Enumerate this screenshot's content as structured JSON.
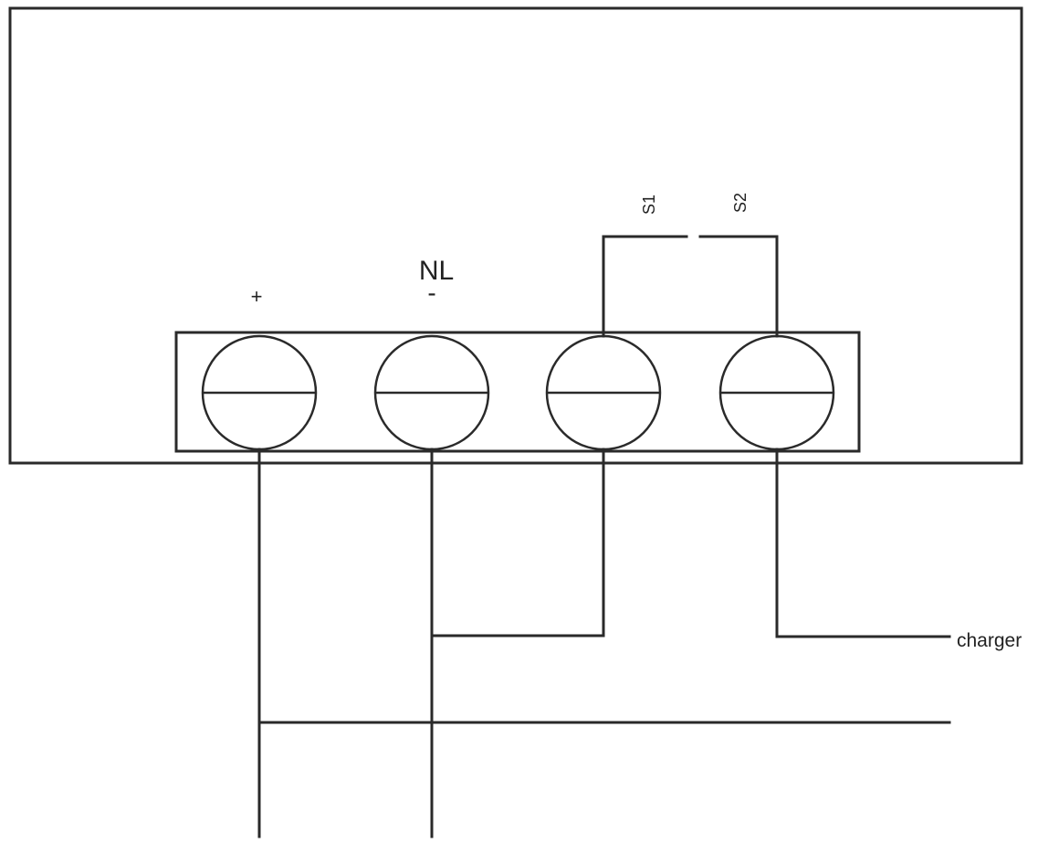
{
  "labels": {
    "plus": "+",
    "nl": "NL",
    "minus": "-",
    "s1": "S1",
    "s2": "S2",
    "charger": "charger"
  },
  "colors": {
    "line": "#2a2a2a",
    "background": "#ffffff"
  }
}
